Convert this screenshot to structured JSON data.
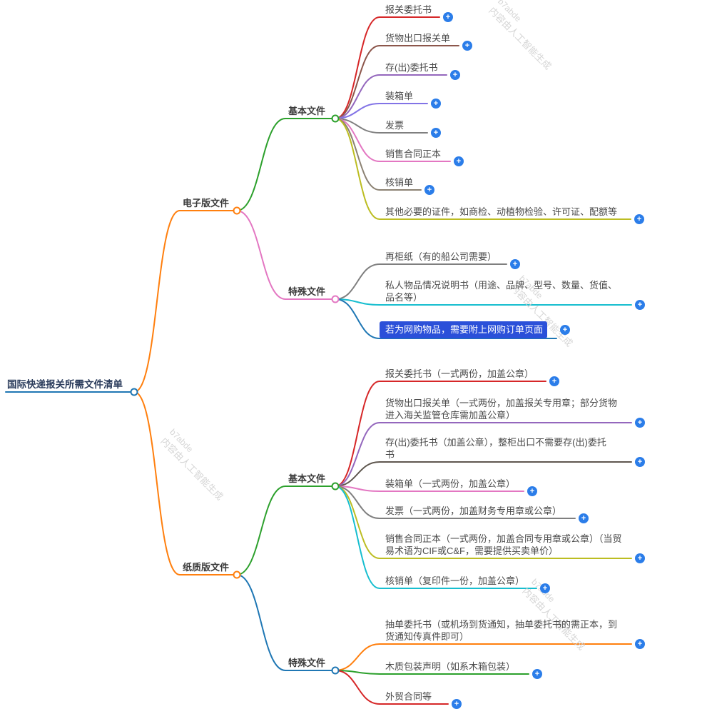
{
  "tree": {
    "root": "国际快递报关所需文件清单",
    "branches": [
      {
        "label": "电子版文件",
        "groups": [
          {
            "label": "基本文件",
            "leaves": [
              "报关委托书",
              "货物出口报关单",
              "存(出)委托书",
              "装箱单",
              "发票",
              "销售合同正本",
              "核销单",
              "其他必要的证件，如商检、动植物检验、许可证、配额等"
            ]
          },
          {
            "label": "特殊文件",
            "leaves": [
              "再柜纸（有的船公司需要）",
              "私人物品情况说明书（用途、品牌、型号、数量、货值、品名等）",
              "若为网购物品，需要附上网购订单页面"
            ]
          }
        ]
      },
      {
        "label": "纸质版文件",
        "groups": [
          {
            "label": "基本文件",
            "leaves": [
              "报关委托书（一式两份，加盖公章）",
              "货物出口报关单（一式两份，加盖报关专用章；部分货物进入海关监管仓库需加盖公章）",
              "存(出)委托书（加盖公章），整柜出口不需要存(出)委托书",
              "装箱单（一式两份，加盖公章）",
              "发票（一式两份，加盖财务专用章或公章）",
              "销售合同正本（一式两份，加盖合同专用章或公章）（当贸易术语为CIF或C&F，需要提供买卖单价）",
              "核销单（复印件一份，加盖公章）"
            ]
          },
          {
            "label": "特殊文件",
            "leaves": [
              "抽单委托书（或机场到货通知，抽单委托书的需正本，到货通知传真件即可）",
              "木质包装声明（如系木箱包装）",
              "外贸合同等"
            ]
          }
        ]
      }
    ]
  },
  "ui": {
    "expand_icon": "+",
    "selected_leaf": "若为网购物品，需要附上网购订单页面"
  },
  "watermark": {
    "id": "b7abde",
    "text": "内容由人工智能生成"
  },
  "palette": {
    "root_line": "#1f77b4",
    "level1_line": "#ff7f0e",
    "basic_line": "#2ca02c",
    "e_special_line": "#e377c2",
    "p_special_line": "#1f77b4",
    "expand_button": "#2b7de9",
    "selected_bg": "#2b50d9",
    "text": "#4a4a4a",
    "watermark": "#cfcfcf",
    "leaf_lines_e_basic": [
      "#d62728",
      "#8c564b",
      "#9467bd",
      "#8273e6",
      "#7f7f7f",
      "#e377c2",
      "#8c8273",
      "#bcbd22"
    ],
    "leaf_lines_e_special": [
      "#7f7f7f",
      "#17becf",
      "#1f77b4"
    ],
    "leaf_lines_p_basic": [
      "#d62728",
      "#9467bd",
      "#5f574f",
      "#e377c2",
      "#7f7f7f",
      "#bcbd22",
      "#17becf"
    ],
    "leaf_lines_p_special": [
      "#ff7f0e",
      "#2ca02c",
      "#d62728"
    ]
  }
}
